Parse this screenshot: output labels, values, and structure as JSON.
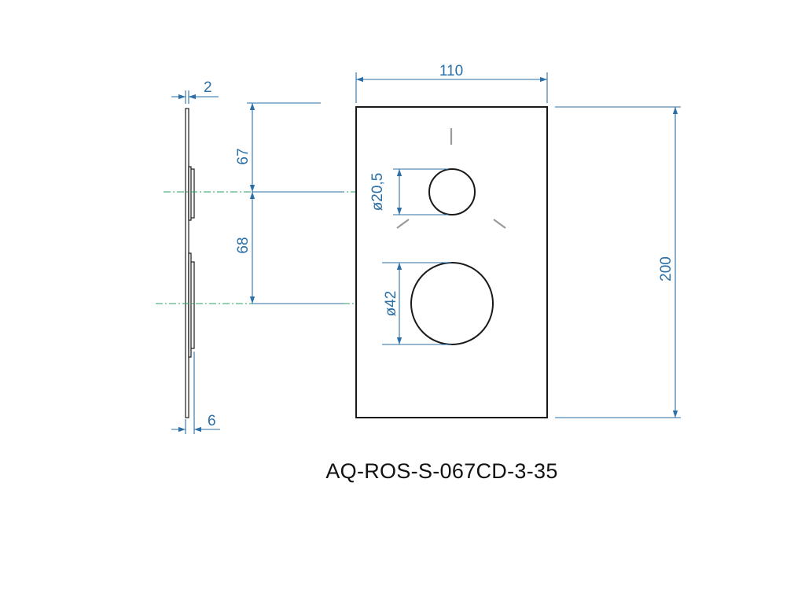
{
  "dimensions": {
    "width": "110",
    "height": "200",
    "top_to_small_center": "67",
    "center_spacing": "68",
    "small_diameter": "ø20,5",
    "large_diameter": "ø42",
    "plate_thickness": "2",
    "total_depth": "6"
  },
  "part_code": "AQ-ROS-S-067CD-3-35",
  "colors": {
    "part_outline": "#1a1a1a",
    "dimension": "#2b6fa6",
    "center_line": "#2aa36a",
    "indicator_ticks": "#9a9a9a"
  }
}
